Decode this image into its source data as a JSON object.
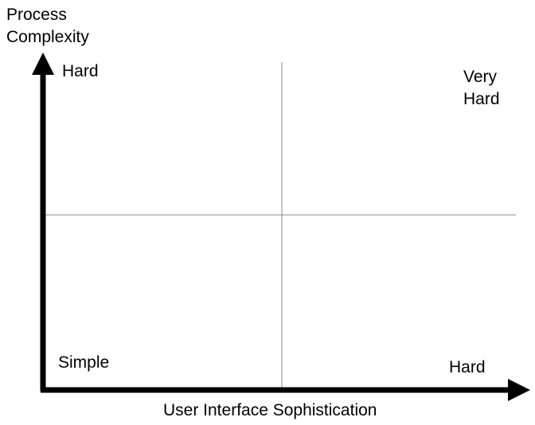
{
  "diagram": {
    "y_axis_title": [
      "Process",
      "Complexity"
    ],
    "x_axis_title": "User Interface Sophistication",
    "quadrants": {
      "top_left": "Hard",
      "top_right": [
        "Very",
        "Hard"
      ],
      "bottom_left": "Simple",
      "bottom_right": "Hard"
    },
    "colors": {
      "axis": "#000000",
      "divider": "#888888",
      "text": "#000000",
      "background": "#ffffff"
    }
  }
}
